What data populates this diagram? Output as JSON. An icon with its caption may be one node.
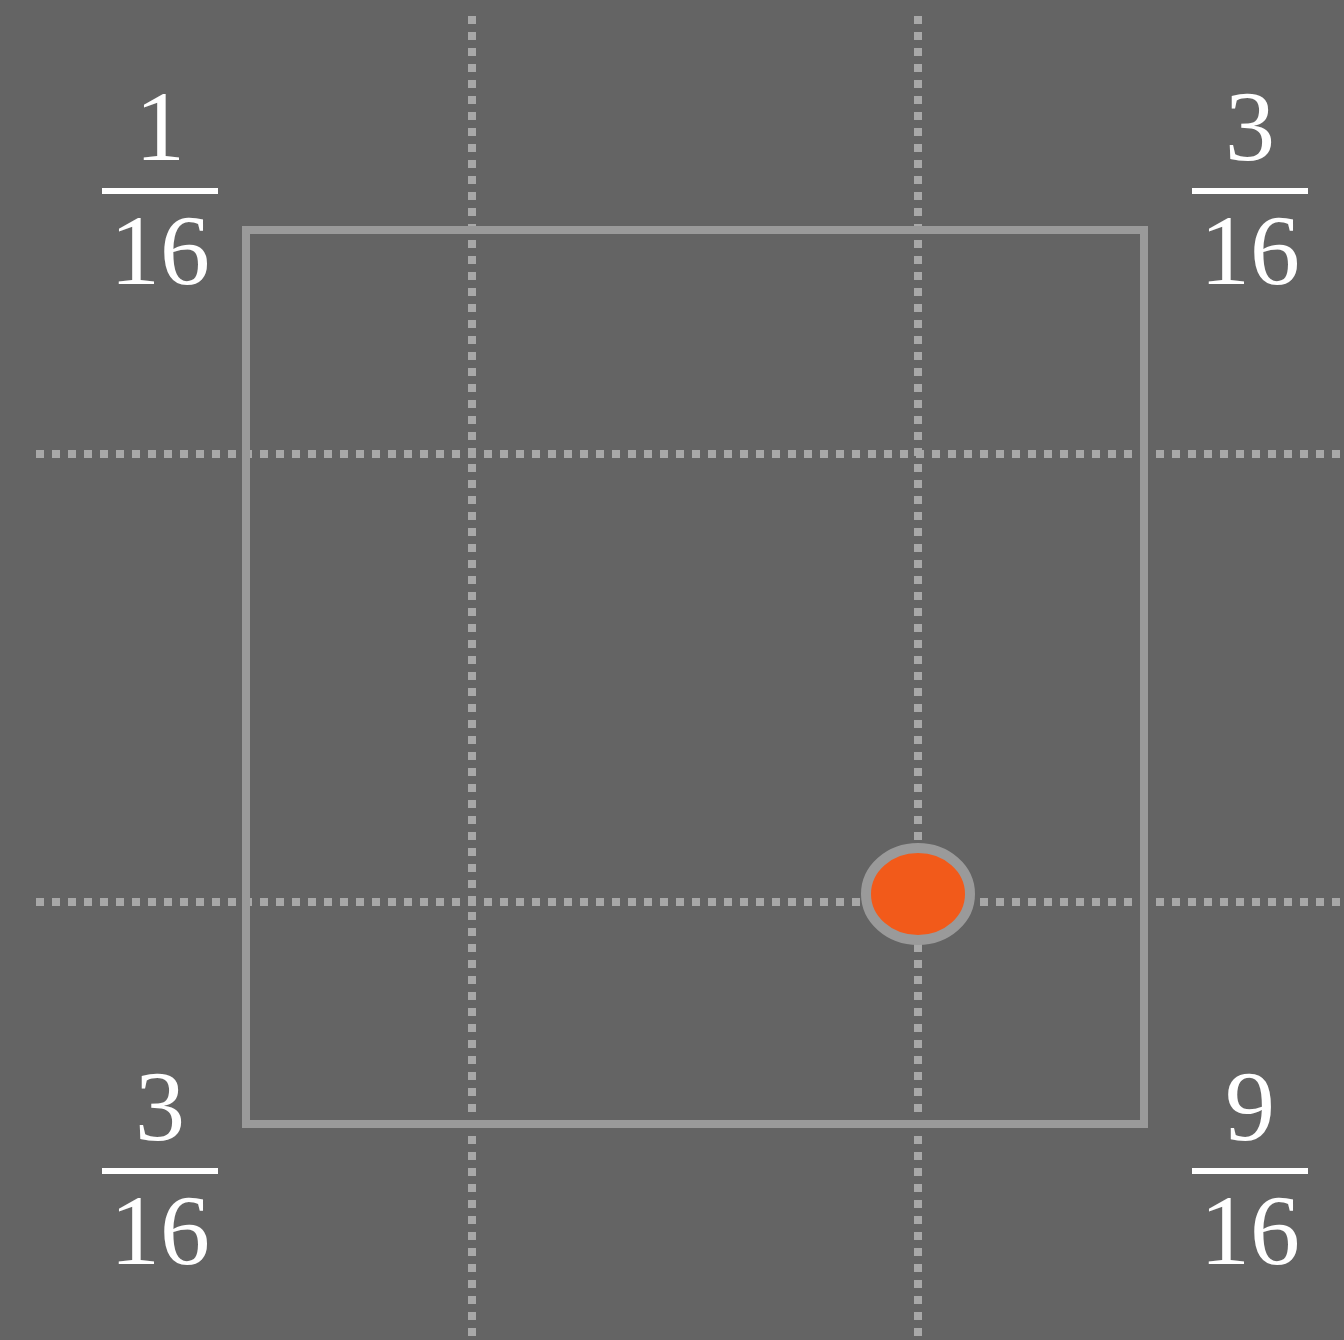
{
  "diagram": {
    "labels": [
      "1",
      "16",
      "3",
      "16",
      "3",
      "16",
      "9",
      "16"
    ]
  }
}
